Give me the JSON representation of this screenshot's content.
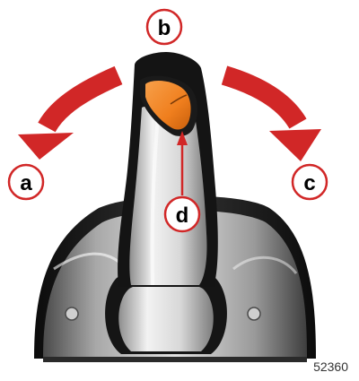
{
  "callouts": {
    "a": "a",
    "b": "b",
    "c": "c",
    "d": "d"
  },
  "figure_number": "52360",
  "colors": {
    "arrow": "#d12727",
    "button": "#f07f1e",
    "callout_ring": "#d12727",
    "housing_dark": "#1c1c1c",
    "lever_silver": "#d4d4d4"
  },
  "icons": {
    "left_arrow": "curved-arrow-left-icon",
    "right_arrow": "curved-arrow-right-icon",
    "button_pointer": "arrow-up-icon"
  }
}
